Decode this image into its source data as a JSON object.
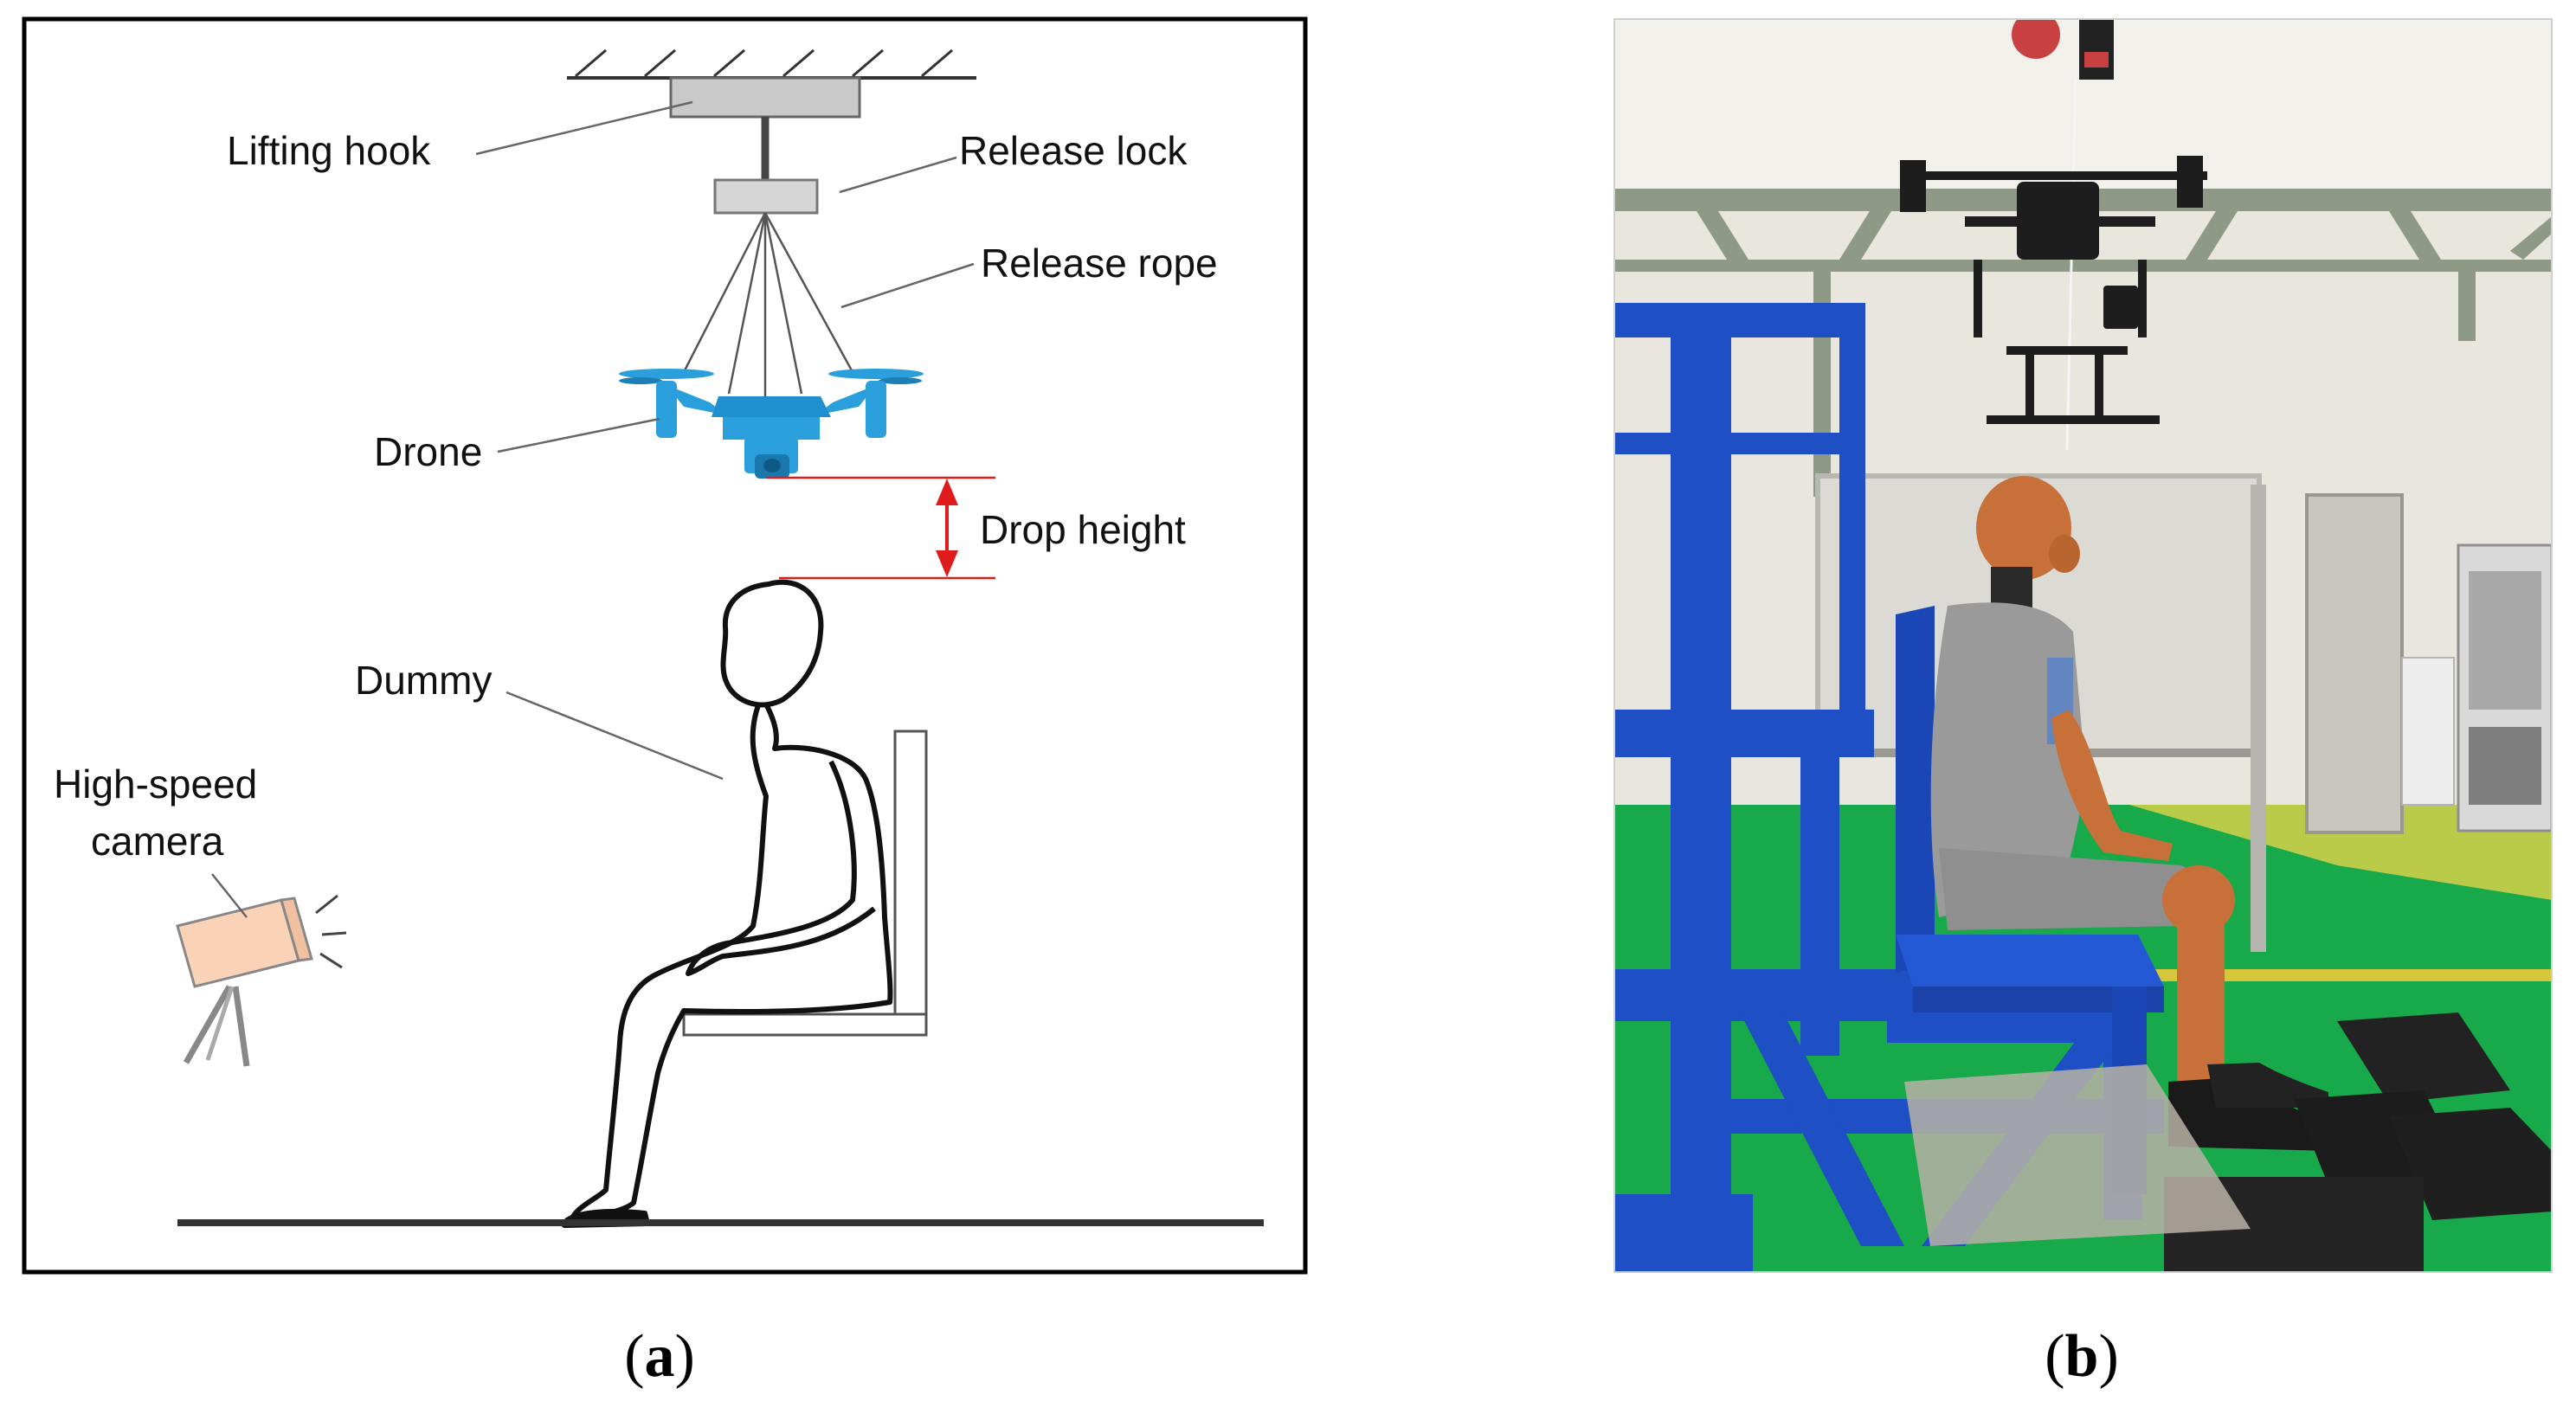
{
  "diagram": {
    "labels": {
      "lifting_hook": "Lifting hook",
      "release_lock": "Release lock",
      "release_rope": "Release rope",
      "drone": "Drone",
      "drop_height": "Drop height",
      "dummy": "Dummy",
      "camera_line1": "High-speed",
      "camera_line2": "camera"
    },
    "colors": {
      "drone": "#2a9fdc",
      "drop_height_arrow": "#e01b1b",
      "camera_body": "#f9d2b8",
      "frame": "#000000"
    }
  },
  "photo": {
    "colors": {
      "frame_blue": "#1f4fc4",
      "floor_green": "#17a94a",
      "dummy_skin": "#c8703a",
      "shirt_gray": "#9a9a9a",
      "wall": "#e9e6dd"
    }
  },
  "captions": {
    "a": {
      "open": "(",
      "letter": "a",
      "close": ")"
    },
    "b": {
      "open": "(",
      "letter": "b",
      "close": ")"
    }
  }
}
